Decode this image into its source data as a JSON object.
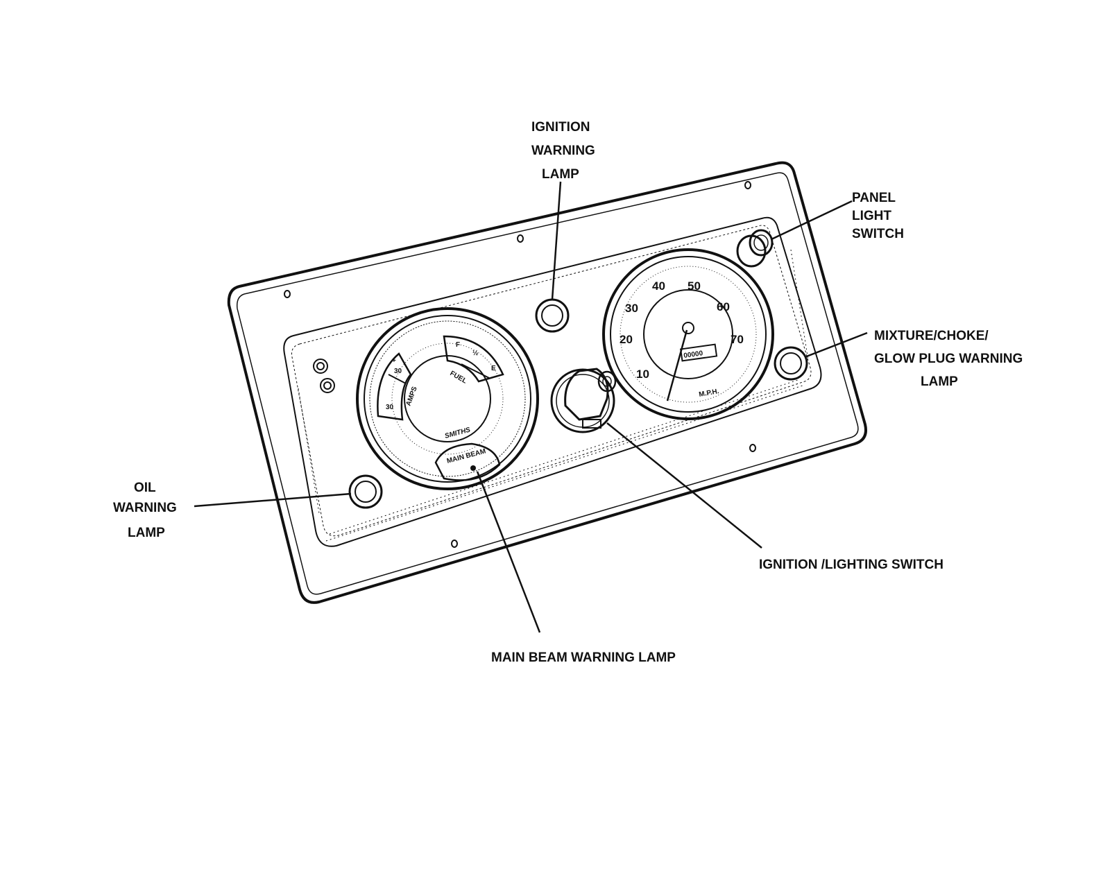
{
  "labels": {
    "ignition_warning_lamp": [
      "IGNITION",
      "WARNING",
      "LAMP"
    ],
    "panel_light_switch": [
      "PANEL",
      "LIGHT",
      "SWITCH"
    ],
    "mixture_lamp": [
      "MIXTURE/CHOKE/",
      "GLOW PLUG WARNING",
      "LAMP"
    ],
    "oil_warning_lamp": [
      "OIL",
      "WARNING",
      "LAMP"
    ],
    "ignition_lighting_switch": "IGNITION /LIGHTING SWITCH",
    "main_beam_warning_lamp": "MAIN BEAM WARNING LAMP"
  },
  "speedometer": {
    "ticks": [
      "10",
      "20",
      "30",
      "40",
      "50",
      "60",
      "70"
    ],
    "unit": "M.P.H.",
    "odometer": "00000"
  },
  "combination_gauge": {
    "amps_label": "AMPS",
    "amps_scale": [
      "+",
      "30",
      "30"
    ],
    "fuel_label": "FUEL",
    "fuel_scale": [
      "F",
      "½",
      "E"
    ],
    "brand": "SMITHS",
    "main_beam": "MAIN BEAM"
  }
}
